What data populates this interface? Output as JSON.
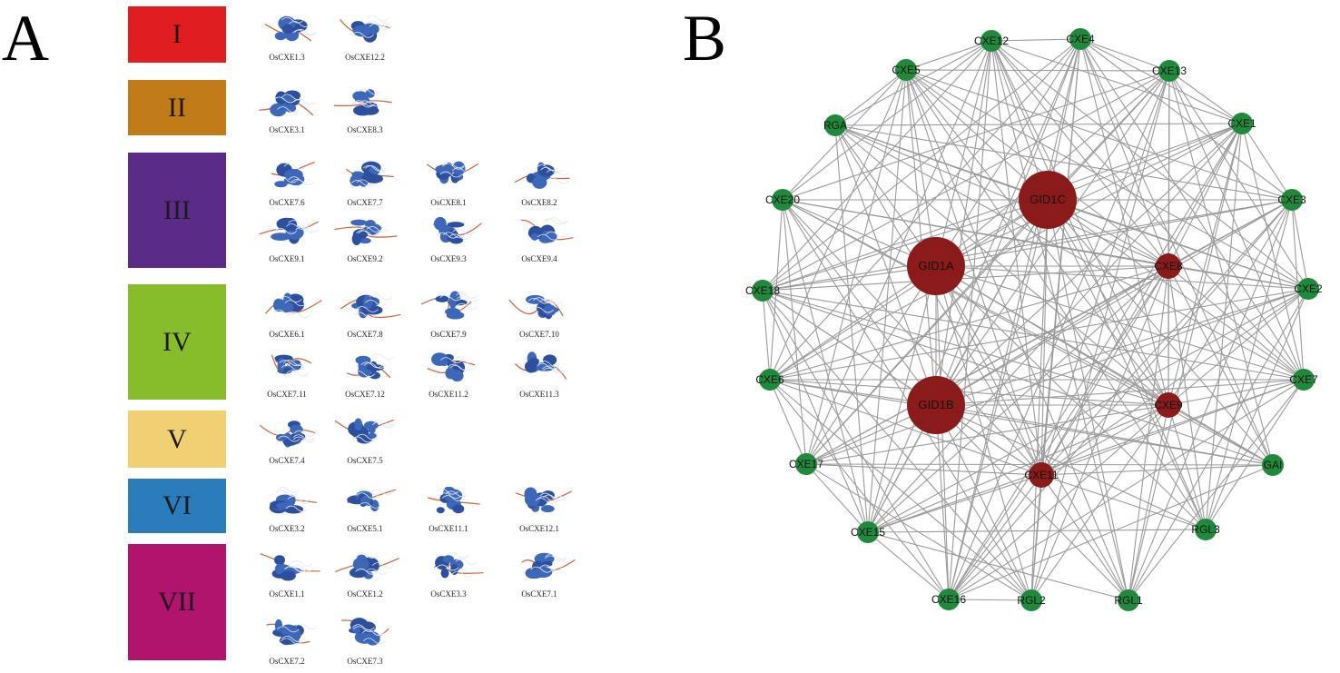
{
  "panel_a": {
    "letter": "A",
    "groups": [
      {
        "label": "I",
        "color": "#e01e22",
        "proteins": [
          "OsCXE1.3",
          "OsCXE12.2"
        ]
      },
      {
        "label": "II",
        "color": "#c07a18",
        "proteins": [
          "OsCXE3.1",
          "OsCXE8.3"
        ]
      },
      {
        "label": "III",
        "color": "#5a2c87",
        "proteins": [
          "OsCXE7.6",
          "OsCXE7.7",
          "OsCXE8.1",
          "OsCXE8.2",
          "OsCXE9.1",
          "OsCXE9.2",
          "OsCXE9.3",
          "OsCXE9.4"
        ]
      },
      {
        "label": "IV",
        "color": "#87bd2a",
        "proteins": [
          "OsCXE6.1",
          "OsCXE7.8",
          "OsCXE7.9",
          "OsCXE7.10",
          "OsCXE7.11",
          "OsCXE7.12",
          "OsCXE11.2",
          "OsCXE11.3"
        ]
      },
      {
        "label": "V",
        "color": "#f1d073",
        "proteins": [
          "OsCXE7.4",
          "OsCXE7.5"
        ]
      },
      {
        "label": "VI",
        "color": "#2a7cbb",
        "proteins": [
          "OsCXE3.2",
          "OsCXE5.1",
          "OsCXE11.1",
          "OsCXE12.1"
        ]
      },
      {
        "label": "VII",
        "color": "#b0146c",
        "proteins": [
          "OsCXE1.1",
          "OsCXE1.2",
          "OsCXE3.3",
          "OsCXE7.1",
          "OsCXE7.2",
          "OsCXE7.3"
        ]
      }
    ]
  },
  "panel_b": {
    "letter": "B",
    "colors": {
      "hub": "#8b1a1a",
      "node": "#1f8a3c",
      "edge": "#9a9a9a"
    },
    "nodes": [
      {
        "id": "CXE12",
        "size": "small",
        "kind": "cxe"
      },
      {
        "id": "CXE4",
        "size": "small",
        "kind": "cxe"
      },
      {
        "id": "CXE5",
        "size": "small",
        "kind": "cxe"
      },
      {
        "id": "CXE13",
        "size": "small",
        "kind": "cxe"
      },
      {
        "id": "RGA",
        "size": "small",
        "kind": "della"
      },
      {
        "id": "CXE1",
        "size": "small",
        "kind": "cxe"
      },
      {
        "id": "CXE20",
        "size": "small",
        "kind": "cxe"
      },
      {
        "id": "GID1C",
        "size": "large",
        "kind": "gid1"
      },
      {
        "id": "CXE3",
        "size": "small",
        "kind": "cxe"
      },
      {
        "id": "GID1A",
        "size": "large",
        "kind": "gid1"
      },
      {
        "id": "CXE8",
        "size": "medium",
        "kind": "hub"
      },
      {
        "id": "CXE18",
        "size": "small",
        "kind": "cxe"
      },
      {
        "id": "CXE2",
        "size": "small",
        "kind": "cxe"
      },
      {
        "id": "CXE6",
        "size": "small",
        "kind": "cxe"
      },
      {
        "id": "CXE7",
        "size": "small",
        "kind": "cxe"
      },
      {
        "id": "GID1B",
        "size": "large",
        "kind": "gid1"
      },
      {
        "id": "CXE9",
        "size": "medium",
        "kind": "hub"
      },
      {
        "id": "CXE17",
        "size": "small",
        "kind": "cxe"
      },
      {
        "id": "GAI",
        "size": "small",
        "kind": "della"
      },
      {
        "id": "CXE11",
        "size": "medium",
        "kind": "hub"
      },
      {
        "id": "CXE15",
        "size": "small",
        "kind": "cxe"
      },
      {
        "id": "RGL3",
        "size": "small",
        "kind": "della"
      },
      {
        "id": "CXE16",
        "size": "small",
        "kind": "cxe"
      },
      {
        "id": "RGL2",
        "size": "small",
        "kind": "della"
      },
      {
        "id": "RGL1",
        "size": "small",
        "kind": "della"
      }
    ]
  }
}
